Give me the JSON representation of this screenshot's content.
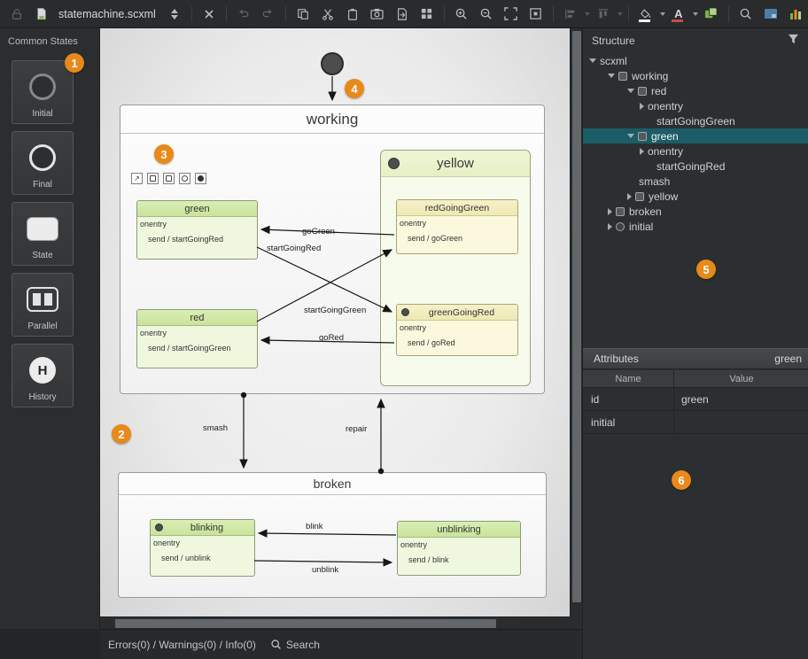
{
  "colors": {
    "badge_orange": "#e8891a",
    "selection_teal": "#1b5d66",
    "state_green_header": "#d5ebae",
    "state_yellow_header": "#f3efc6",
    "selection_handle_blue": "#7b8bd9"
  },
  "toolbar": {
    "tab_title": "statemachine.scxml"
  },
  "palette": {
    "title": "Common States",
    "items": [
      {
        "label": "Initial"
      },
      {
        "label": "Final"
      },
      {
        "label": "State"
      },
      {
        "label": "Parallel"
      },
      {
        "label": "History"
      }
    ]
  },
  "badges": {
    "b1": "1",
    "b2": "2",
    "b3": "3",
    "b4": "4",
    "b5": "5",
    "b6": "6"
  },
  "diagram": {
    "working": {
      "title": "working"
    },
    "green": {
      "title": "green",
      "onentry": "onentry",
      "action": "send / startGoingRed"
    },
    "yellow": {
      "title": "yellow"
    },
    "red_going_green": {
      "title": "redGoingGreen",
      "onentry": "onentry",
      "action": "send / goGreen"
    },
    "green_going_red": {
      "title": "greenGoingRed",
      "onentry": "onentry",
      "action": "send / goRed"
    },
    "red": {
      "title": "red",
      "onentry": "onentry",
      "action": "send / startGoingGreen"
    },
    "broken": {
      "title": "broken"
    },
    "blinking": {
      "title": "blinking",
      "onentry": "onentry",
      "action": "send / unblink"
    },
    "unblinking": {
      "title": "unblinking",
      "onentry": "onentry",
      "action": "send / blink"
    },
    "labels": {
      "goGreen": "goGreen",
      "startGoingRed": "startGoingRed",
      "startGoingGreen": "startGoingGreen",
      "goRed": "goRed",
      "smash": "smash",
      "repair": "repair",
      "blink": "blink",
      "unblink": "unblink"
    }
  },
  "structure": {
    "title": "Structure",
    "rows": [
      {
        "label": "scxml"
      },
      {
        "label": "working"
      },
      {
        "label": "red"
      },
      {
        "label": "onentry"
      },
      {
        "label": "startGoingGreen"
      },
      {
        "label": "green"
      },
      {
        "label": "onentry"
      },
      {
        "label": "startGoingRed"
      },
      {
        "label": "smash"
      },
      {
        "label": "yellow"
      },
      {
        "label": "broken"
      },
      {
        "label": "initial"
      }
    ]
  },
  "attributes": {
    "title": "Attributes",
    "context": "green",
    "columns": [
      "Name",
      "Value"
    ],
    "rows": [
      {
        "name": "id",
        "value": "green"
      },
      {
        "name": "initial",
        "value": ""
      }
    ]
  },
  "statusbar": {
    "messages": "Errors(0) / Warnings(0) / Info(0)",
    "search": "Search"
  }
}
